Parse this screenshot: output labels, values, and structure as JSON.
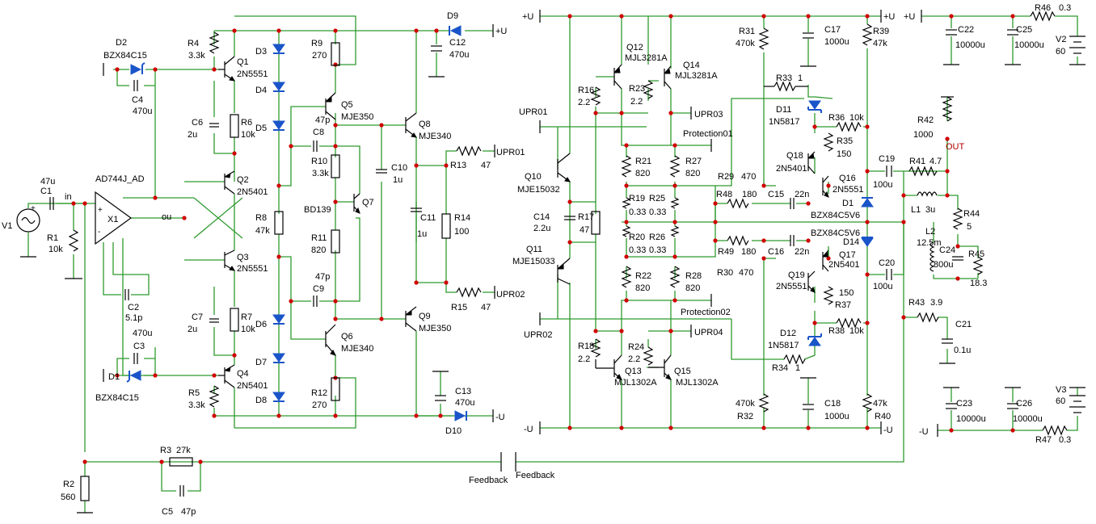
{
  "diagram": {
    "type": "circuit-schematic",
    "colors": {
      "wire": "#2e9a2e",
      "junction": "#d10000",
      "diode": "#1a54c9",
      "part": "#000000"
    },
    "supply_labels": {
      "pos_left": "+U",
      "neg_left": "-U",
      "pos_right": "+U",
      "neg_right": "-U",
      "feedback_left": "Feedback",
      "feedback_right": "Feedback",
      "out": "OUT"
    },
    "nets": {
      "in": "in",
      "ou": "ou",
      "upr01_r": "UPR01",
      "upr02_r": "UPR02",
      "upr01_l": "UPR01",
      "upr02_l": "UPR02",
      "upr03": "UPR03",
      "upr04": "UPR04",
      "prot01": "Protection01",
      "prot02": "Protection02"
    },
    "opamp": {
      "ref": "X1",
      "part": "AD744J_AD"
    },
    "components": {
      "V1": "V1",
      "C1": "C1",
      "C1v": "47u",
      "R1": "R1",
      "R1v": "10k",
      "R2": "R2",
      "R2v": "560",
      "R3": "R3",
      "R3v": "27k",
      "C5": "C5",
      "C5v": "47p",
      "C2": "C2",
      "C2v": "5.1p",
      "D2": "D2",
      "D2v": "BZX84C15",
      "C4": "C4",
      "C4v": "470u",
      "D1": "D1",
      "D1v": "BZX84C15",
      "C3": "C3",
      "C3v": "470u",
      "R4": "R4",
      "R4v": "3.3k",
      "R5": "R5",
      "R5v": "3.3k",
      "Q1": "Q1",
      "Q1v": "2N5551",
      "Q2": "Q2",
      "Q2v": "2N5401",
      "Q3": "Q3",
      "Q3v": "2N5551",
      "Q4": "Q4",
      "Q4v": "2N5401",
      "C6": "C6",
      "C6v": "2u",
      "C7": "C7",
      "C7v": "2u",
      "R6": "R6",
      "R6v": "10k",
      "R7": "R7",
      "R7v": "10k",
      "D3": "D3",
      "D4": "D4",
      "D5": "D5",
      "D6": "D6",
      "D7": "D7",
      "D8": "D8",
      "R8": "R8",
      "R8v": "47k",
      "R9": "R9",
      "R9v": "270",
      "R12": "R12",
      "R12v": "270",
      "Q5": "Q5",
      "Q5v": "MJE350",
      "Q6": "Q6",
      "Q6v": "MJE340",
      "C8": "C8",
      "C8v": "47p",
      "C9": "C9",
      "C9v": "47p",
      "R10": "R10",
      "R10v": "3.3k",
      "R11": "R11",
      "R11v": "820",
      "Q7": "BD139",
      "Q7n": "Q7",
      "C10": "C10",
      "C10v": "1u",
      "C11": "C11",
      "C11v": "1u",
      "Q8": "Q8",
      "Q8v": "MJE340",
      "Q9": "Q9",
      "Q9v": "MJE350",
      "R13": "R13",
      "R13v": "47",
      "R14": "R14",
      "R14v": "100",
      "R15": "R15",
      "R15v": "47",
      "D9": "D9",
      "C12": "C12",
      "C12v": "470u",
      "D10": "D10",
      "C13": "C13",
      "C13v": "470u",
      "Q10": "Q10",
      "Q10v": "MJE15032",
      "Q11": "Q11",
      "Q11v": "MJE15033",
      "C14": "C14",
      "C14v": "2.2u",
      "R17": "R17",
      "R17v": "47",
      "Q12": "Q12",
      "Q12v": "MJL3281A",
      "Q14": "Q14",
      "Q14v": "MJL3281A",
      "Q13": "Q13",
      "Q13v": "MJL1302A",
      "Q15": "Q15",
      "Q15v": "MJL1302A",
      "R16": "R16",
      "R16v": "2.2",
      "R23": "R23",
      "R23v": "2.2",
      "R18": "R18",
      "R18v": "2.2",
      "R24": "R24",
      "R24v": "2.2",
      "R21": "R21",
      "R21v": "820",
      "R27": "R27",
      "R27v": "820",
      "R22": "R22",
      "R22v": "820",
      "R28": "R28",
      "R28v": "820",
      "R19": "R19",
      "R19v": "0.33",
      "R25": "R25",
      "R25v": "0.33",
      "R20": "R20",
      "R20v": "0.33",
      "R26": "R26",
      "R26v": "0.33",
      "R29": "R29",
      "R29v": "470",
      "R30": "R30",
      "R30v": "470",
      "R48": "R48",
      "R48v": "180",
      "R49": "R49",
      "R49v": "180",
      "C15": "C15",
      "C15v": "22n",
      "C16": "C16",
      "C16v": "22n",
      "R31": "R31",
      "R31v": "470k",
      "R32": "R32",
      "R32v": "470k",
      "C17": "C17",
      "C17v": "1000u",
      "C18": "C18",
      "C18v": "1000u",
      "R39": "R39",
      "R39v": "47k",
      "R40": "R40",
      "R40v": "47k",
      "R33": "R33",
      "R33v": "1",
      "R34": "R34",
      "R34v": "1",
      "D11": "D11",
      "D11v": "1N5817",
      "D12": "D12",
      "D12v": "1N5817",
      "R36": "R36",
      "R36v": "10k",
      "R38": "R38",
      "R38v": "10k",
      "R35": "R35",
      "R35v": "150",
      "R37": "R37",
      "R37v": "150",
      "Q18": "Q18",
      "Q18v": "2N5401",
      "Q16": "Q16",
      "Q16v": "2N5551",
      "Q17": "Q17",
      "Q17v": "2N5401",
      "Q19": "Q19",
      "Q19v": "2N5551",
      "D13": "D1",
      "D13v": "BZX84C5V6",
      "D14": "D14",
      "D14v": "BZX84C5V6",
      "C19": "C19",
      "C19v": "100u",
      "C20": "C20",
      "C20v": "100u",
      "R41": "R41",
      "R41v": "4.7",
      "R42": "R42",
      "R42v": "1000",
      "L1": "L1",
      "L1v": "3u",
      "L2": "L2",
      "L2v": "12.5m",
      "R44": "R44",
      "R44v": "5",
      "R45": "R45",
      "R45v": "18.3",
      "C24": "C24",
      "C24v": "800u",
      "R43": "R43",
      "R43v": "3.9",
      "C21": "C21",
      "C21v": "0.1u",
      "C22": "C22",
      "C22v": "10000u",
      "C25": "C25",
      "C25v": "10000u",
      "C23": "C23",
      "C23v": "10000u",
      "C26": "C26",
      "C26v": "10000u",
      "R46": "R46",
      "R46v": "0.3",
      "R47": "R47",
      "R47v": "0.3",
      "V2": "V2",
      "V2v": "60",
      "V3": "V3",
      "V3v": "60",
      "plus": "+",
      "minus": "-"
    }
  }
}
